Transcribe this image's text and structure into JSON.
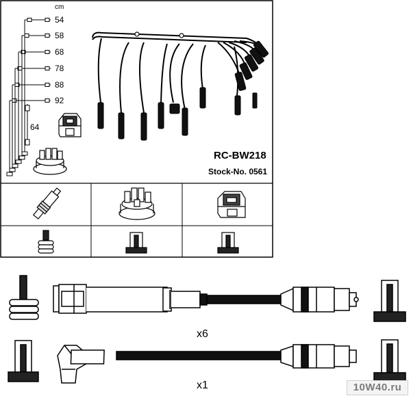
{
  "header": {
    "part_number": "RC-BW218",
    "stock_number": "Stock-No. 0561"
  },
  "lengths": {
    "unit": "cm",
    "values": [
      "54",
      "58",
      "68",
      "78",
      "88",
      "92"
    ],
    "coil_lead": "64"
  },
  "multipliers": {
    "straight_lead": "x6",
    "angled_lead": "x1"
  },
  "components": [
    "spark-plug",
    "distributor-cap",
    "ignition-coil"
  ],
  "watermark": {
    "text": "10W40.ru"
  }
}
